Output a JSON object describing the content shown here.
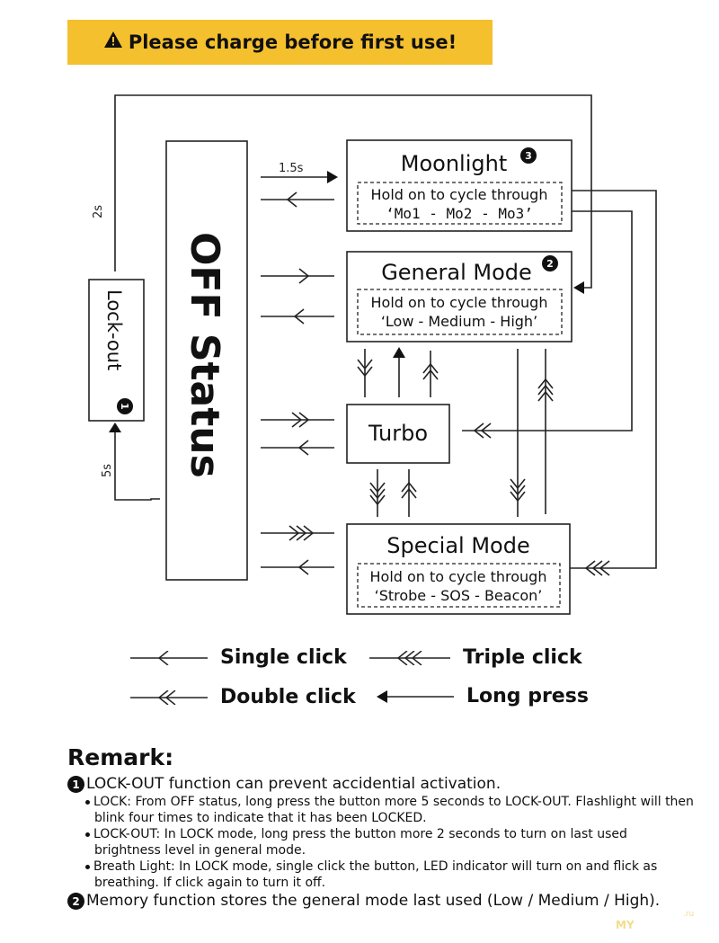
{
  "banner": {
    "icon": "warning-triangle-icon",
    "text": "Please charge before first use!",
    "color": "#F5C02E"
  },
  "diagram": {
    "off_status": "OFF Status",
    "lockout": {
      "label": "Lock-out",
      "badge": "1"
    },
    "timings": {
      "to_moonlight": "1.5s",
      "lockout_exit": "2s",
      "lockout_enter": "5s"
    },
    "moonlight": {
      "title": "Moonlight",
      "badge": "3",
      "hint_line1": "Hold on to cycle through",
      "hint_line2": "‘Mo1 - Mo2 - Mo3’"
    },
    "general": {
      "title": "General Mode",
      "badge": "2",
      "hint_line1": "Hold on to cycle through",
      "hint_line2": "‘Low - Medium - High’"
    },
    "turbo": {
      "title": "Turbo"
    },
    "special": {
      "title": "Special Mode",
      "hint_line1": "Hold on to  cycle through",
      "hint_line2": "‘Strobe - SOS - Beacon’"
    }
  },
  "legend": {
    "single": "Single click",
    "double": "Double click",
    "triple": "Triple click",
    "long": "Long press"
  },
  "remark": {
    "heading": "Remark:",
    "items": [
      {
        "badge": "1",
        "text": "LOCK-OUT function can prevent accidential activation.",
        "subs": [
          "LOCK: From OFF status, long press the button more 5 seconds to LOCK-OUT. Flashlight will then blink four times to indicate that it has been LOCKED.",
          "LOCK-OUT: In LOCK mode, long press the button more 2 seconds to turn on last used brightness level in general mode.",
          "Breath Light: In LOCK mode, single click the button, LED indicator will turn on  and flick as breathing. If click again to turn it off."
        ]
      },
      {
        "badge": "2",
        "text": "Memory function stores the general mode last used (Low / Medium / High)."
      }
    ]
  },
  "watermark": {
    "text": "MY",
    "suffix": ".ru"
  }
}
